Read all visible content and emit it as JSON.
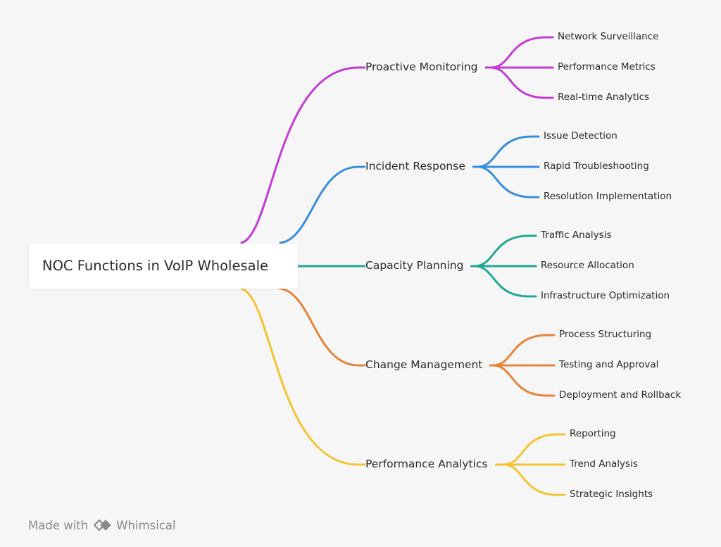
{
  "root": {
    "label": "NOC Functions in VoIP Wholesale"
  },
  "branches": [
    {
      "label": "Proactive Monitoring",
      "color": "#c43bd6",
      "children": [
        "Network Surveillance",
        "Performance Metrics",
        "Real-time Analytics"
      ]
    },
    {
      "label": "Incident Response",
      "color": "#3a8ede",
      "children": [
        "Issue Detection",
        "Rapid Troubleshooting",
        "Resolution Implementation"
      ]
    },
    {
      "label": "Capacity Planning",
      "color": "#23a99a",
      "children": [
        "Traffic Analysis",
        "Resource Allocation",
        "Infrastructure Optimization"
      ]
    },
    {
      "label": "Change Management",
      "color": "#e8853a",
      "children": [
        "Process Structuring",
        "Testing and Approval",
        "Deployment and Rollback"
      ]
    },
    {
      "label": "Performance Analytics",
      "color": "#f4c531",
      "children": [
        "Reporting",
        "Trend Analysis",
        "Strategic Insights"
      ]
    }
  ],
  "footer": {
    "made_with": "Made with",
    "brand": "Whimsical",
    "logo_icon": "whimsical-logo-icon"
  }
}
